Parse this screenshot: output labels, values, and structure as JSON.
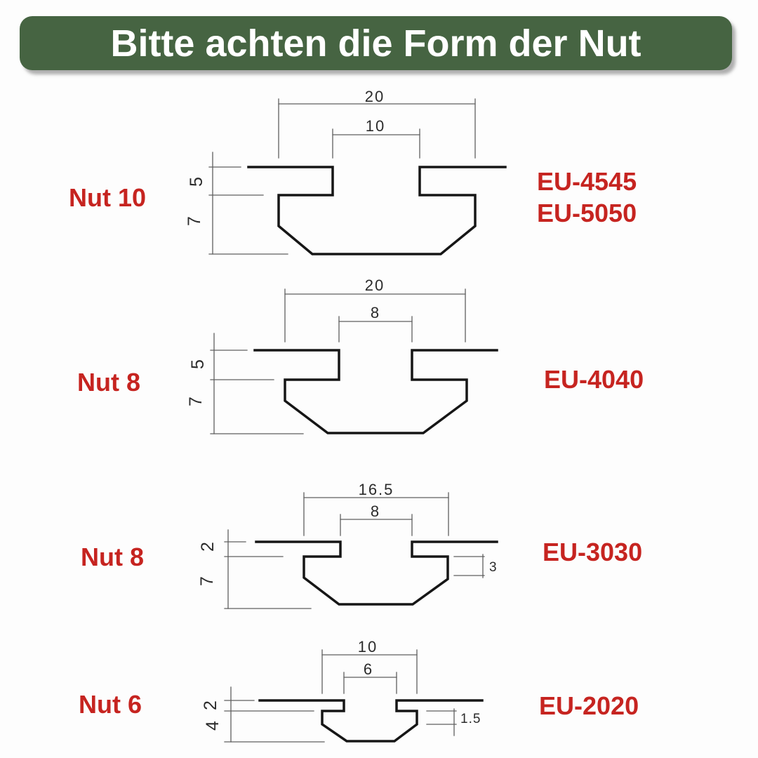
{
  "header": {
    "title": "Bitte achten die Form der Nut"
  },
  "colors": {
    "header_bg": "#466442",
    "header_text": "#ffffff",
    "label_red": "#c62420",
    "profile_outline": "#161616",
    "dimension_lines": "#606060",
    "background": "#fdfdfd"
  },
  "rows": [
    {
      "nut": "Nut 10",
      "eu": [
        "EU-4545",
        "EU-5050"
      ],
      "dim_outer": "20",
      "dim_slot": "10",
      "dim_lip": "5",
      "dim_depth": "7"
    },
    {
      "nut": "Nut 8",
      "eu": [
        "EU-4040"
      ],
      "dim_outer": "20",
      "dim_slot": "8",
      "dim_lip": "5",
      "dim_depth": "7"
    },
    {
      "nut": "Nut 8",
      "eu": [
        "EU-3030"
      ],
      "dim_outer": "16.5",
      "dim_slot": "8",
      "dim_lip": "2",
      "dim_depth": "7",
      "dim_side": "3"
    },
    {
      "nut": "Nut 6",
      "eu": [
        "EU-2020"
      ],
      "dim_outer": "10",
      "dim_slot": "6",
      "dim_lip": "2",
      "dim_depth": "4",
      "dim_side": "1.5"
    }
  ]
}
